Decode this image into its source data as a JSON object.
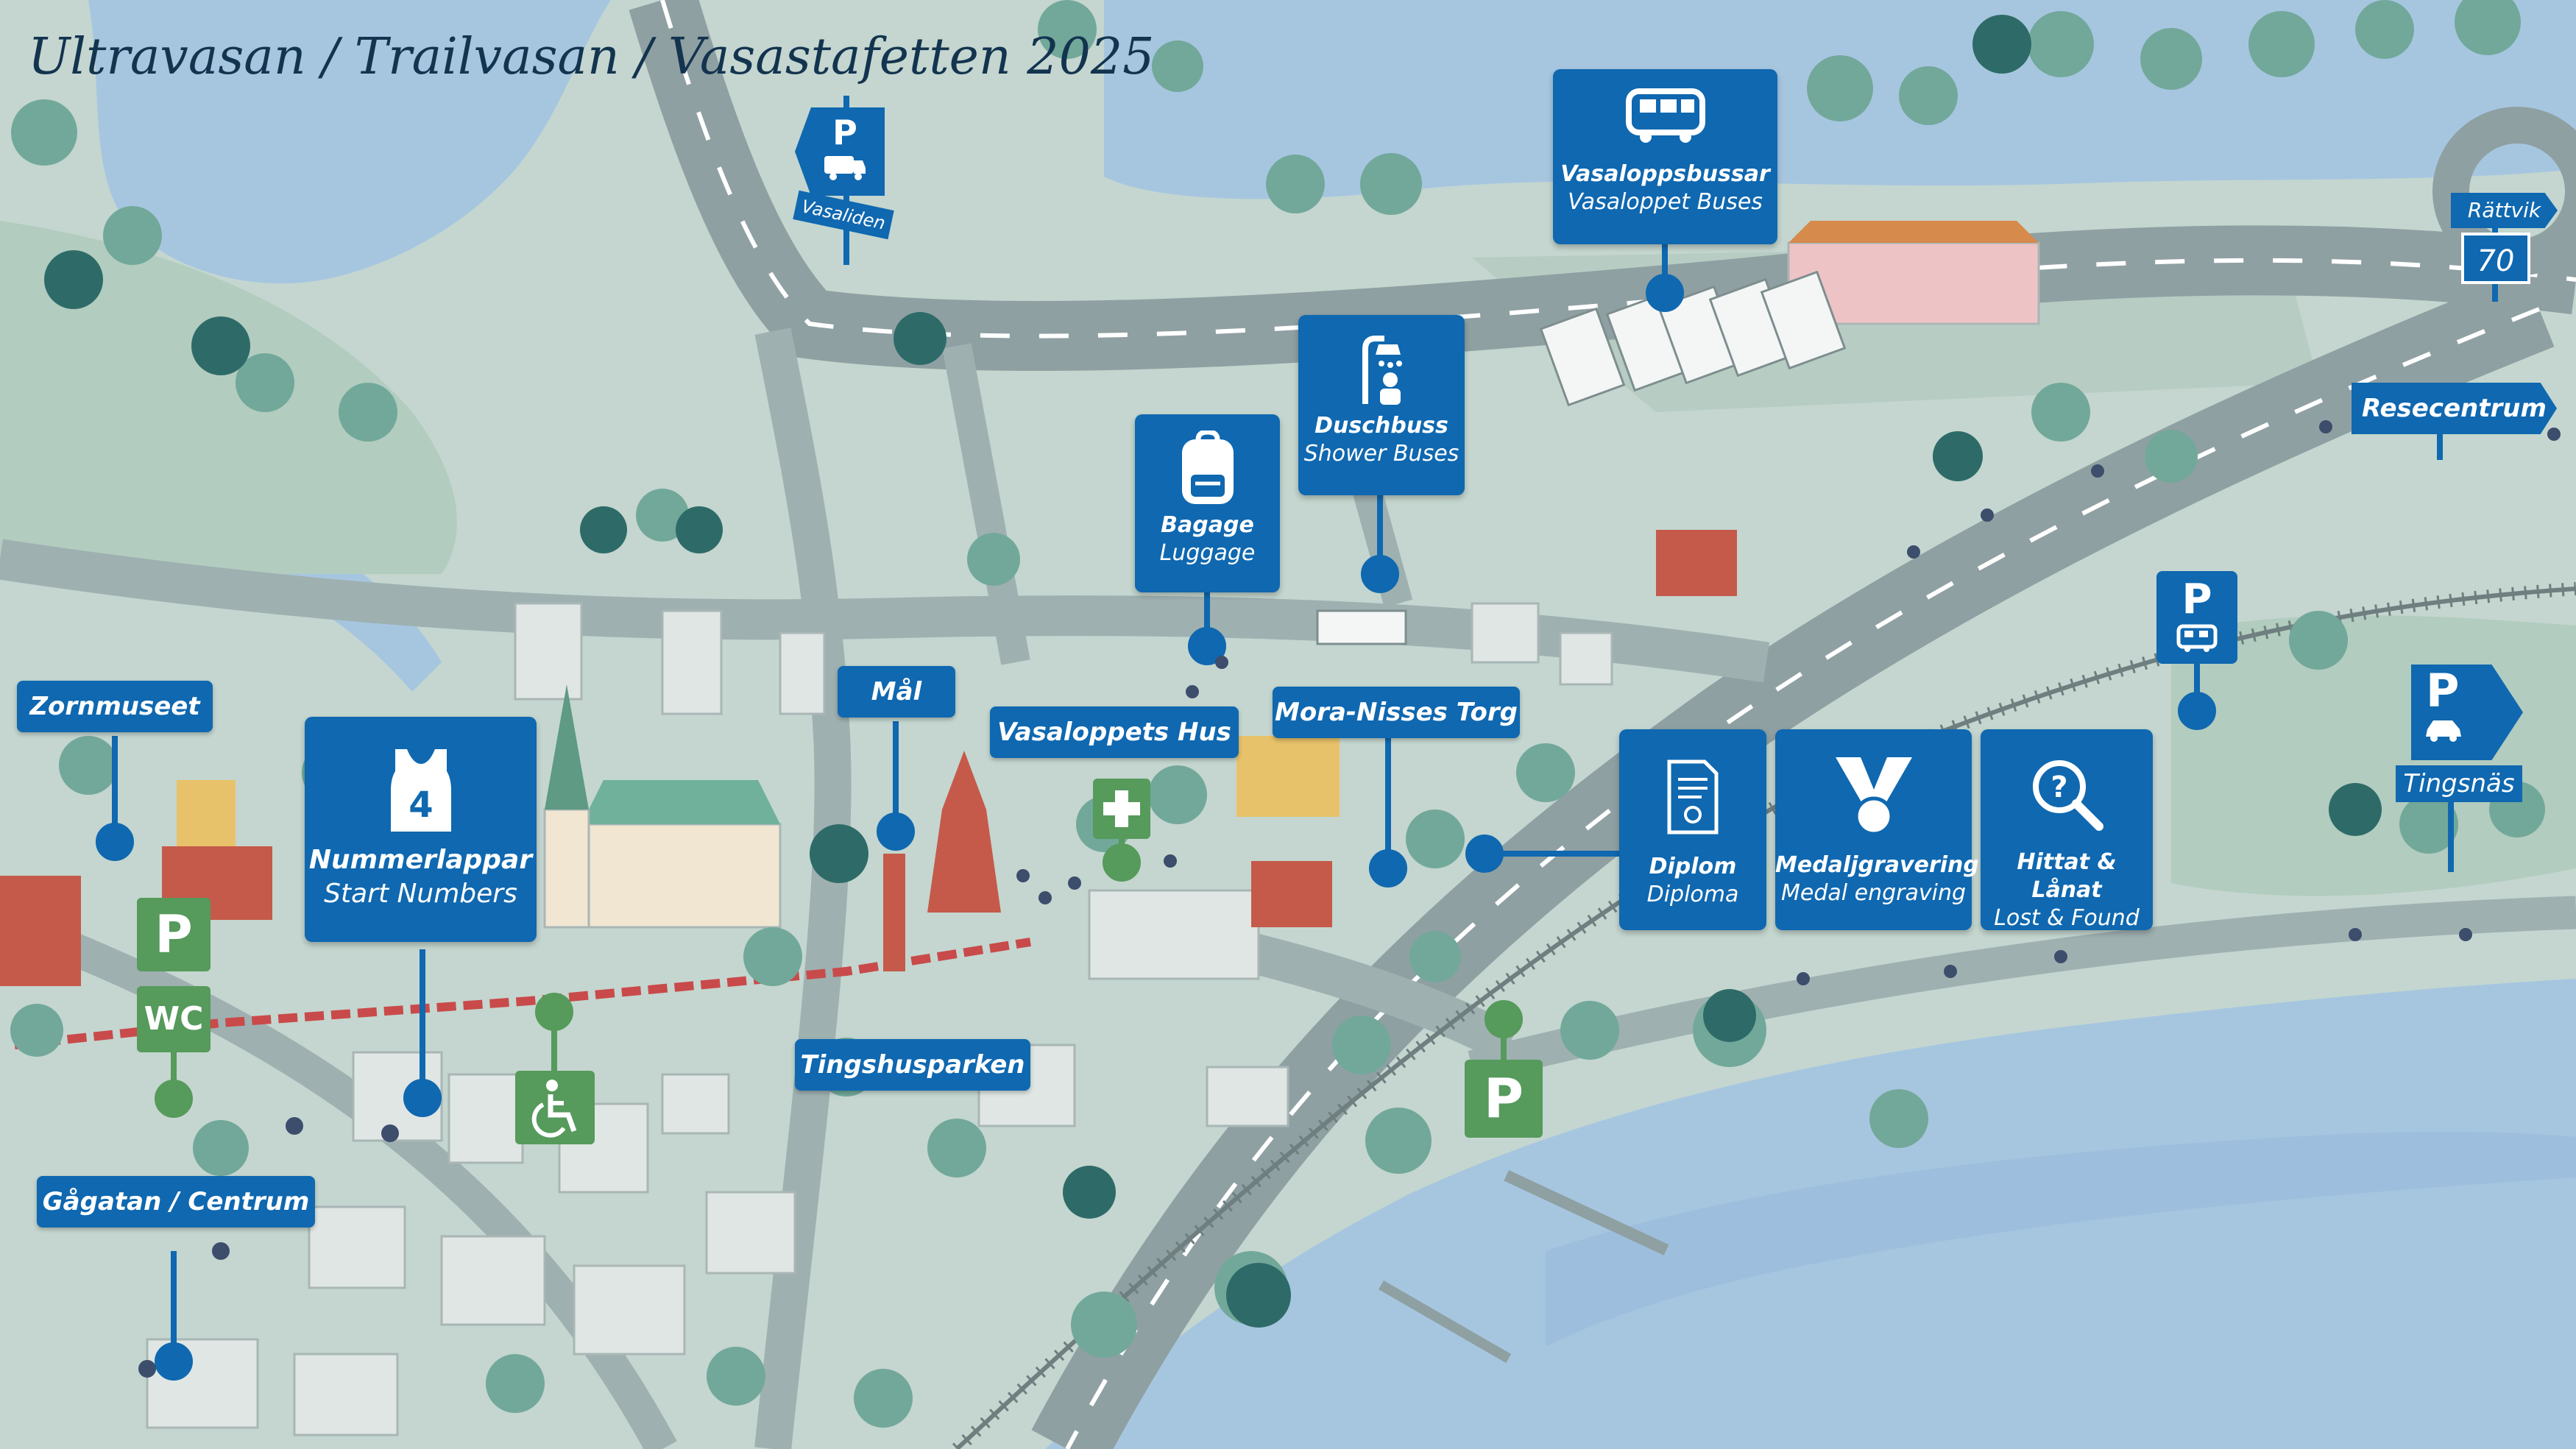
{
  "map": {
    "title": "Ultravasan / Trailvasan / Vasastafetten 2025",
    "colors": {
      "water": "#a6c6e0",
      "ground": "#c4d6cf",
      "park": "#b2ccbf",
      "road": "#8fa0a2",
      "pin": "#0f68b0",
      "green_pin": "#569a5c",
      "route": "#c94a4a"
    }
  },
  "pins": {
    "vasaloppsbussar": {
      "name": "Vasaloppsbussar",
      "name_en": "Vasaloppet Buses",
      "icon": "bus-icon"
    },
    "duschbuss": {
      "name": "Duschbuss",
      "name_en": "Shower Buses",
      "icon": "shower-icon"
    },
    "bagage": {
      "name": "Bagage",
      "name_en": "Luggage",
      "icon": "backpack-icon"
    },
    "nummerlappar": {
      "name": "Nummerlappar",
      "name_en": "Start Numbers",
      "number": "4",
      "icon": "bib-icon"
    },
    "diplom": {
      "name": "Diplom",
      "name_en": "Diploma",
      "icon": "diploma-icon"
    },
    "medalj": {
      "name": "Medaljgravering",
      "name_en": "Medal engraving",
      "icon": "medal-icon"
    },
    "hittat": {
      "name": "Hittat & Lånat",
      "name_en": "Lost & Found",
      "icon": "magnifier-icon"
    }
  },
  "labels": {
    "zornmuseet": "Zornmuseet",
    "mal": "Mål",
    "vasaloppets_hus": "Vasaloppets Hus",
    "mora_nisses_torg": "Mora-Nisses Torg",
    "tingshusparken": "Tingshusparken",
    "gagatan": "Gågatan / Centrum",
    "resecentrum": "Resecentrum"
  },
  "signs": {
    "parking_vasaliden": {
      "letter": "P",
      "caption": "Vasaliden",
      "icon": "camper-icon"
    },
    "rattvik": {
      "label": "Rättvik",
      "road": "70"
    },
    "parking_tingsnas": {
      "letter": "P",
      "caption": "Tingsnäs",
      "icon": "car-icon"
    },
    "parking_bus": {
      "letter": "P",
      "icon": "bus-icon"
    }
  },
  "green": {
    "parking_left": "P",
    "wc": "WC",
    "parking_bottom": "P",
    "first_aid_icon": "first-aid-icon",
    "wheelchair_icon": "wheelchair-icon"
  }
}
